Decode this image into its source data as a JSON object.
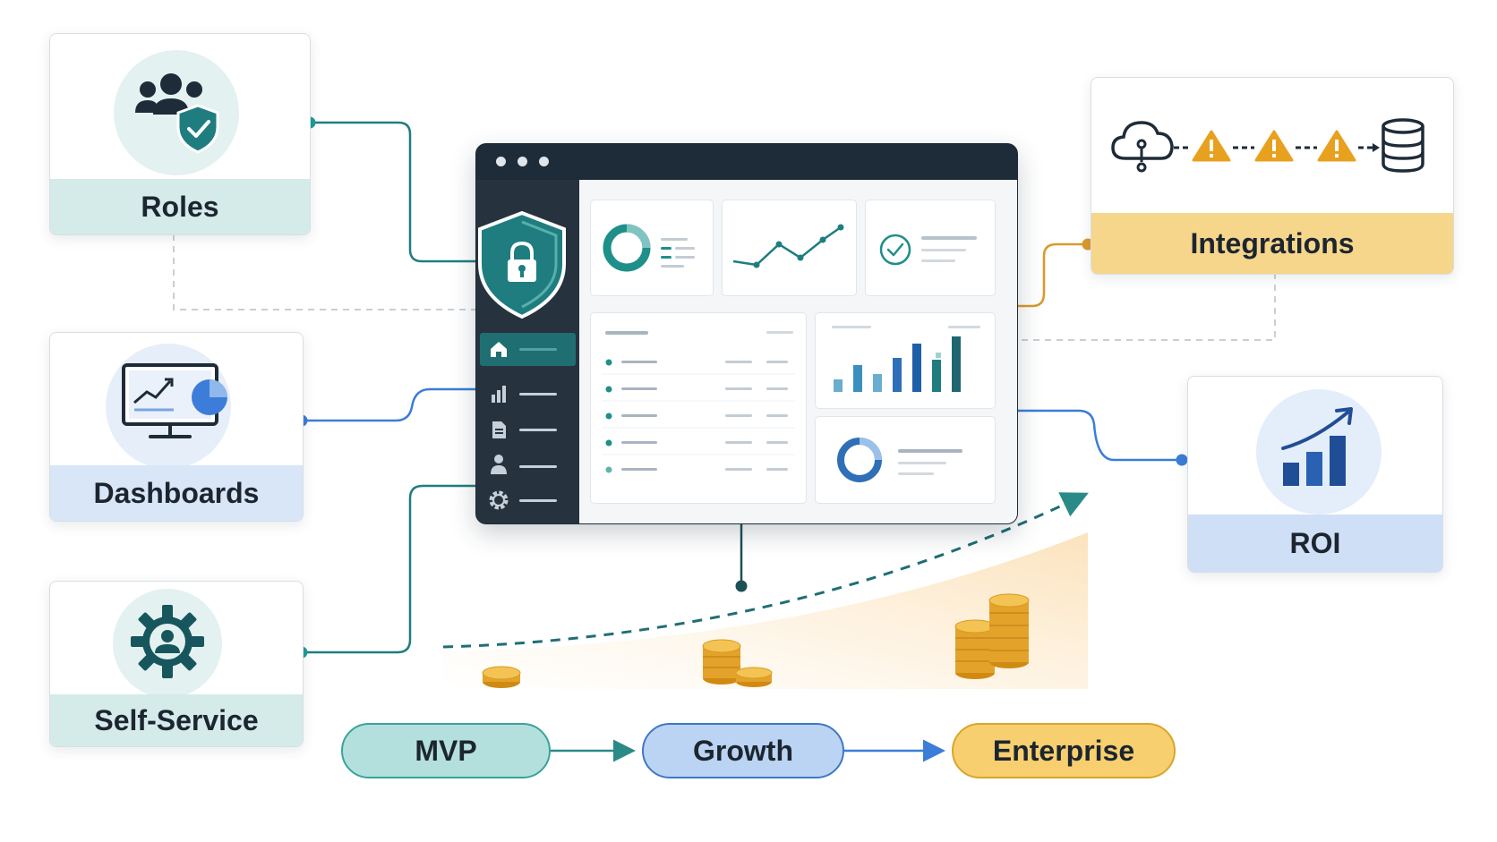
{
  "cards": {
    "roles": {
      "label": "Roles"
    },
    "dashboards": {
      "label": "Dashboards"
    },
    "self_service": {
      "label": "Self-Service"
    },
    "integrations": {
      "label": "Integrations"
    },
    "roi": {
      "label": "ROI"
    }
  },
  "stages": {
    "mvp": "MVP",
    "growth": "Growth",
    "enterprise": "Enterprise"
  },
  "colors": {
    "teal": "#1f8f8a",
    "blue": "#3b7dd8",
    "amber": "#e3a72b",
    "navy": "#1e2b38",
    "dark_teal": "#17565c"
  },
  "icons": {
    "roles": "users-shield-icon",
    "dashboards": "monitor-chart-icon",
    "self_service": "gear-user-icon",
    "integrations": "cloud-warning-database-icon",
    "roi": "bar-chart-arrow-icon",
    "app": "shield-lock-icon"
  }
}
